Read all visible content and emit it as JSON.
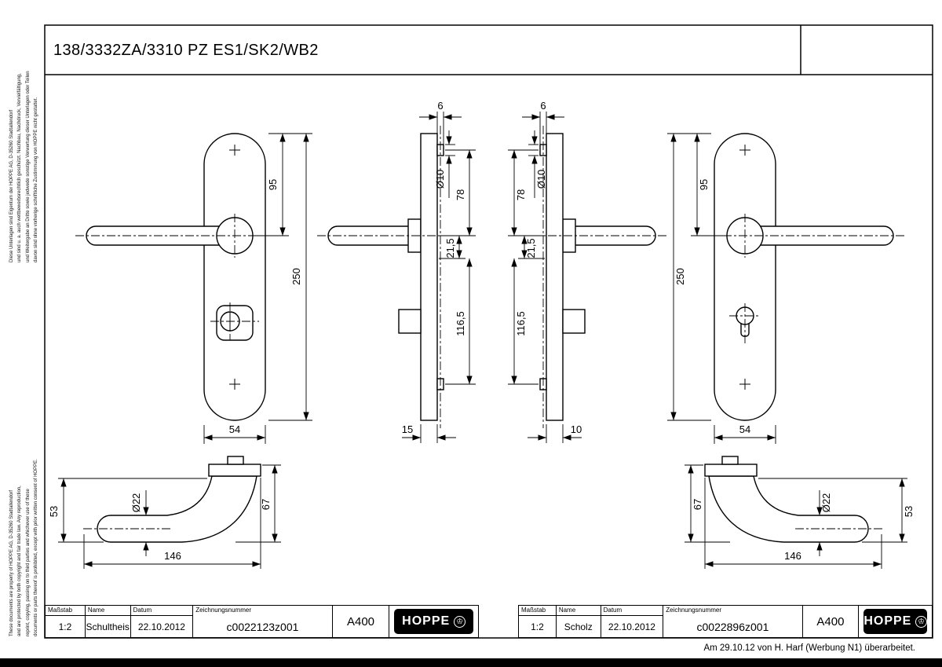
{
  "title": "138/3332ZA/3310 PZ ES1/SK2/WB2",
  "legal": {
    "de": [
      "Diese Unterlagen sind Eigentum der  HOPPE AG, D-35260 Stadtallendorf",
      "und sind u. a. auch wettbewerbsrechtlich geschützt. Nachbau, Nachdruck, Vervielfältigung,",
      "und Weitergabe an Dritte sowie jedwede sonstige Verwertung dieser Unterlagen oder Teilen",
      "davon sind ohne vorherige schriftliche Zustimmung von  HOPPE nicht gestattet."
    ],
    "en": [
      "These documents are property of  HOPPE AG, D-35260 Stadtallendorf",
      "and are protected by both copyright and fair trade law. Any reproduction,",
      "reprint, copying, passing on to third parties and whichever use of these",
      "documents or parts thereof is prohibited, except with prior written consent of  HOPPE."
    ]
  },
  "drawing": {
    "view_front_left": {
      "h95": "95",
      "h250": "250",
      "w54": "54"
    },
    "view_side_left": {
      "w6": "6",
      "d10": "Ø10",
      "h78": "78",
      "h215": "21,5",
      "h1165": "116,5",
      "w15": "15"
    },
    "view_side_right": {
      "w6": "6",
      "d10": "Ø10",
      "h78": "78",
      "h215": "21,5",
      "h1165": "116,5",
      "w10": "10"
    },
    "view_front_right": {
      "h95": "95",
      "h250": "250",
      "w54": "54"
    },
    "view_handle_left": {
      "d22": "Ø22",
      "h53": "53",
      "h67": "67",
      "w146": "146"
    },
    "view_handle_right": {
      "d22": "Ø22",
      "h53": "53",
      "h67": "67",
      "w146": "146"
    }
  },
  "title_blocks": [
    {
      "scale_label": "Maßstab",
      "scale": "1:2",
      "name_label": "Name",
      "name": "Schultheis",
      "date_label": "Datum",
      "date": "22.10.2012",
      "number_label": "Zeichnungsnummer",
      "number": "c0022123z001",
      "code": "A400",
      "brand": "HOPPE",
      "crown_icon": "♔"
    },
    {
      "scale_label": "Maßstab",
      "scale": "1:2",
      "name_label": "Name",
      "name": "Scholz",
      "date_label": "Datum",
      "date": "22.10.2012",
      "number_label": "Zeichnungsnummer",
      "number": "c0022896z001",
      "code": "A400",
      "brand": "HOPPE",
      "crown_icon": "♔"
    }
  ],
  "footer_note": "Am 29.10.12 von H. Harf (Werbung N1) überarbeitet."
}
